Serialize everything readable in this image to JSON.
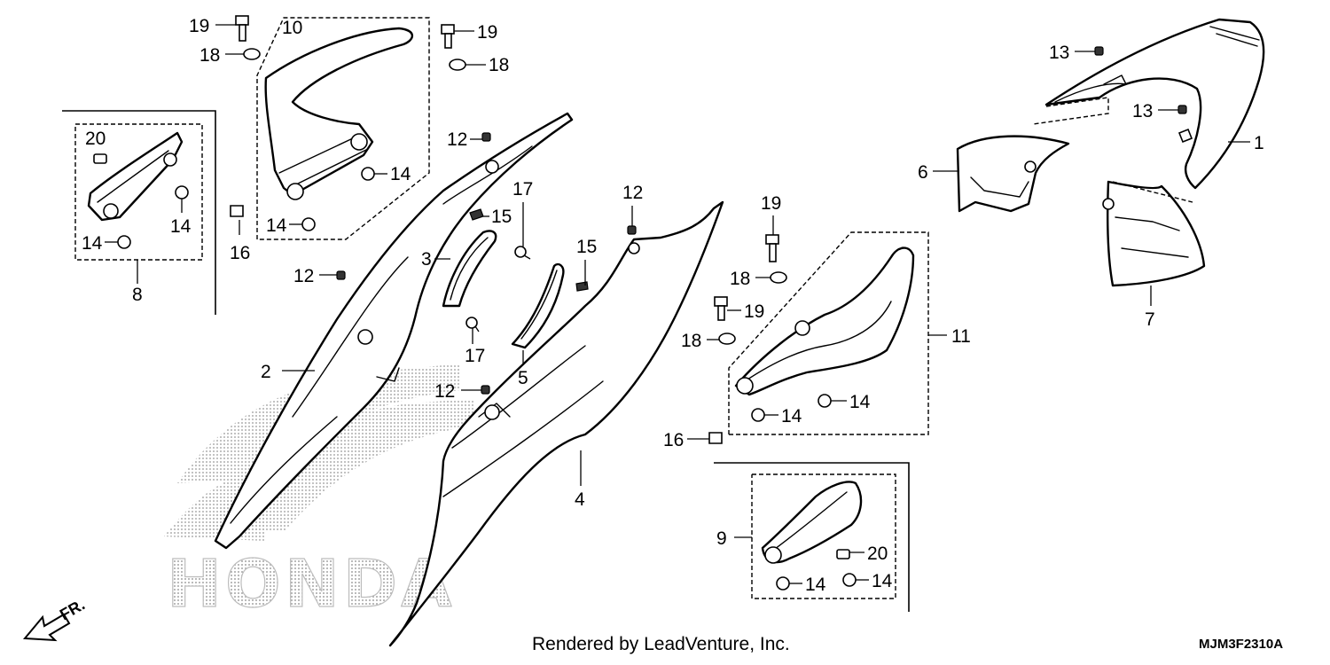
{
  "callouts": {
    "c1": "1",
    "c2": "2",
    "c3": "3",
    "c4": "4",
    "c5": "5",
    "c6": "6",
    "c7": "7",
    "c8": "8",
    "c9": "9",
    "c10": "10",
    "c11": "11",
    "c12a": "12",
    "c12b": "12",
    "c12c": "12",
    "c12d": "12",
    "c13a": "13",
    "c13b": "13",
    "c14a": "14",
    "c14b": "14",
    "c14c": "14",
    "c14d": "14",
    "c14e": "14",
    "c14f": "14",
    "c14g": "14",
    "c14h": "14",
    "c15a": "15",
    "c15b": "15",
    "c16a": "16",
    "c16b": "16",
    "c17a": "17",
    "c17b": "17",
    "c18a": "18",
    "c18b": "18",
    "c18c": "18",
    "c18d": "18",
    "c19a": "19",
    "c19b": "19",
    "c19c": "19",
    "c19d": "19",
    "c20a": "20",
    "c20b": "20"
  },
  "watermark": "HONDA",
  "direction_label": "FR.",
  "footer": {
    "rendered_by": "Rendered by LeadVenture, Inc.",
    "diagram_code": "MJM3F2310A"
  }
}
